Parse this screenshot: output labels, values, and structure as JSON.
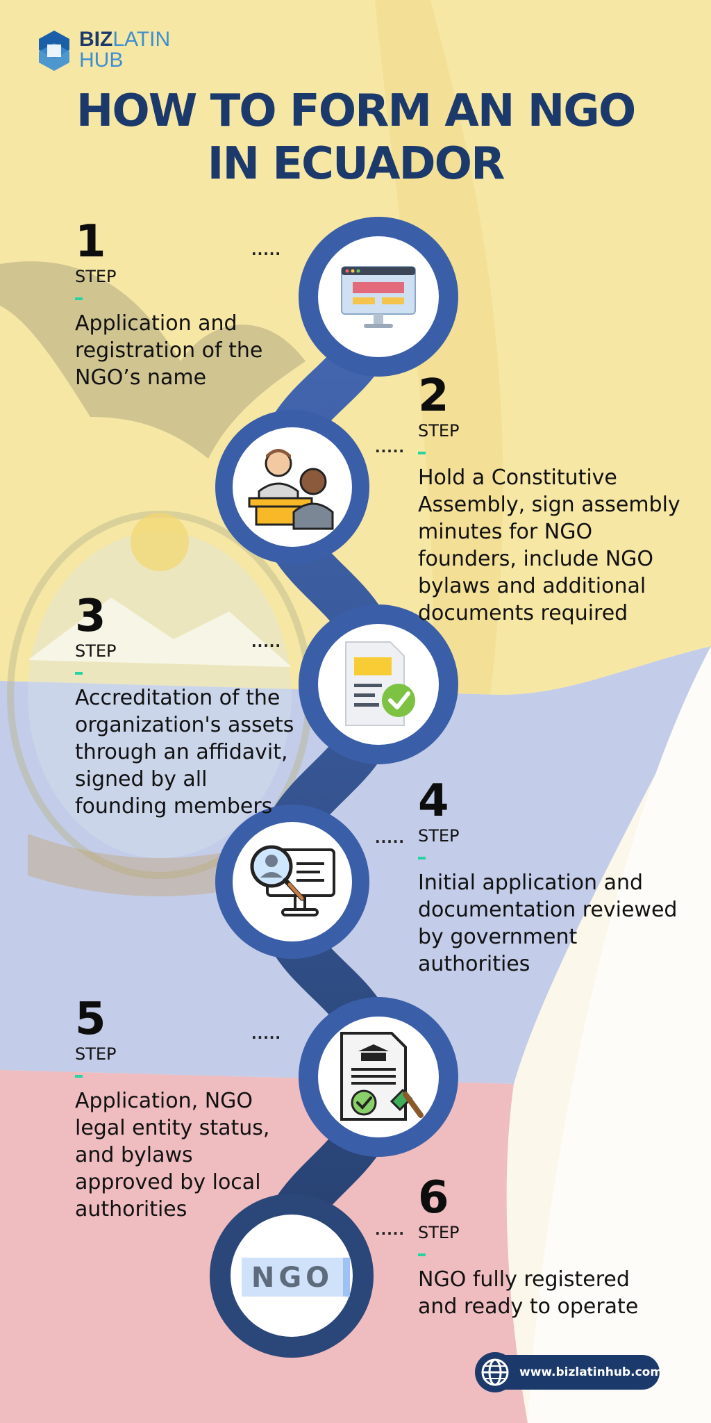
{
  "logo": {
    "part1": "BIZ",
    "part2": "LATIN",
    "part3": "HUB"
  },
  "title": {
    "line1": "HOW TO FORM AN NGO",
    "line2": "IN ECUADOR"
  },
  "step_label": "STEP",
  "steps": [
    {
      "number": "1",
      "label": "STEP",
      "text": "Application and registration of the NGO’s name",
      "icon": "web-browser-icon"
    },
    {
      "number": "2",
      "label": "STEP",
      "text": "Hold a Constitutive Assembly, sign assembly minutes for NGO founders, include NGO bylaws and additional documents required",
      "icon": "meeting-people-icon"
    },
    {
      "number": "3",
      "label": "STEP",
      "text": "Accreditation of the organization's assets through an affidavit, signed by all founding members",
      "icon": "approved-document-icon"
    },
    {
      "number": "4",
      "label": "STEP",
      "text": "Initial application and documentation reviewed by government authorities",
      "icon": "review-monitor-icon"
    },
    {
      "number": "5",
      "label": "STEP",
      "text": "Application, NGO legal entity status, and bylaws approved by local authorities",
      "icon": "stamped-certificate-icon"
    },
    {
      "number": "6",
      "label": "STEP",
      "text": "NGO fully registered and ready to operate",
      "icon": "ngo-badge-icon"
    }
  ],
  "ngo_badge_text": "NGO",
  "dots": ".....",
  "footer": {
    "url": "www.bizlatinhub.com"
  },
  "colors": {
    "navy": "#1b3a6b",
    "path_blue": "#3b5ea8",
    "flag_yellow": "#f6e7a5",
    "flag_blue": "#c3cce8",
    "flag_red": "#efbcc0",
    "accent_green": "#27d3a0"
  }
}
